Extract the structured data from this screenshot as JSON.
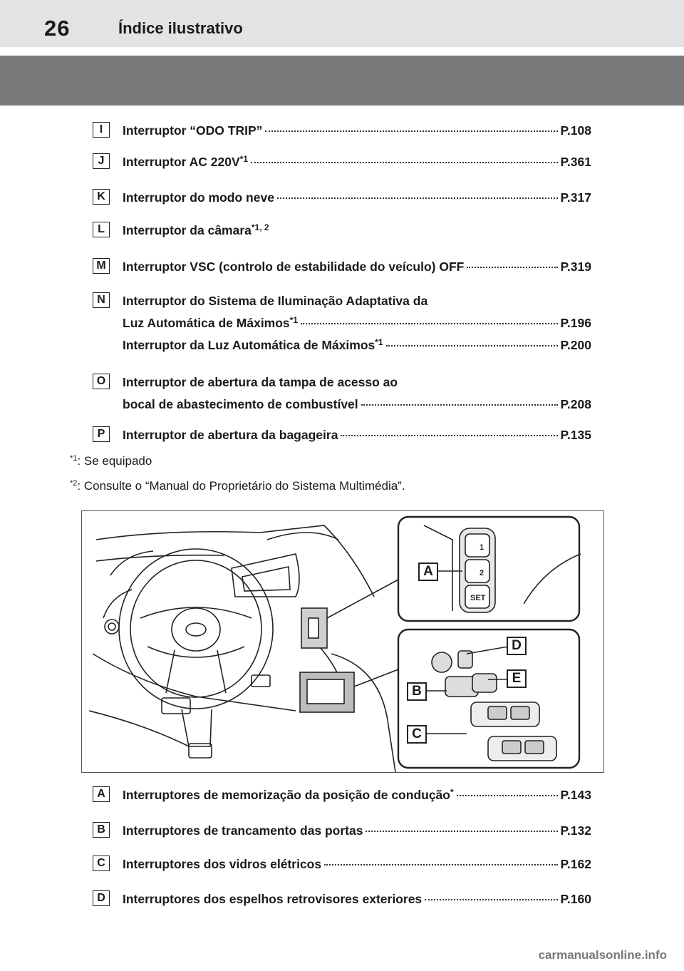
{
  "header": {
    "page_number": "26",
    "section_title": "Índice ilustrativo"
  },
  "entries_top": [
    {
      "tag": "I",
      "lines": [
        {
          "label": "Interruptor “ODO TRIP”",
          "sup": "",
          "ref": "P.108"
        }
      ]
    },
    {
      "tag": "J",
      "lines": [
        {
          "label": "Interruptor AC 220V",
          "sup": "*1",
          "ref": "P.361"
        }
      ]
    },
    {
      "tag": "K",
      "lines": [
        {
          "label": "Interruptor do modo neve",
          "sup": "",
          "ref": "P.317"
        }
      ]
    },
    {
      "tag": "L",
      "lines": [
        {
          "label": "Interruptor da câmara",
          "sup": "*1, 2",
          "ref": ""
        }
      ]
    },
    {
      "tag": "M",
      "lines": [
        {
          "label": "Interruptor VSC (controlo de estabilidade do veículo) OFF",
          "sup": "",
          "ref": "P.319"
        }
      ]
    },
    {
      "tag": "N",
      "lines": [
        {
          "label": "Interruptor do Sistema de Iluminação Adaptativa da",
          "sup": "",
          "ref": ""
        },
        {
          "label": "Luz Automática de Máximos",
          "sup": "*1",
          "ref": "P.196"
        },
        {
          "label": "Interruptor da Luz Automática de Máximos",
          "sup": "*1",
          "ref": "P.200"
        }
      ]
    },
    {
      "tag": "O",
      "lines": [
        {
          "label": "Interruptor de abertura da tampa de acesso ao",
          "sup": "",
          "ref": ""
        },
        {
          "label": "bocal de abastecimento de combustível",
          "sup": "",
          "ref": "P.208"
        }
      ]
    },
    {
      "tag": "P",
      "lines": [
        {
          "label": "Interruptor de abertura da bagageira",
          "sup": "",
          "ref": "P.135"
        }
      ]
    }
  ],
  "footnotes": [
    {
      "mark": "*1",
      "text": ": Se equipado"
    },
    {
      "mark": "*2",
      "text": ": Consulte o “Manual do Proprietário do Sistema Multimédia”."
    }
  ],
  "illustration": {
    "callouts": [
      "A",
      "D",
      "E",
      "B",
      "C"
    ],
    "switch_labels": {
      "memory_1": "1",
      "memory_2": "2",
      "set": "SET"
    }
  },
  "entries_bottom": [
    {
      "tag": "A",
      "lines": [
        {
          "label": "Interruptores de memorização da posição de condução",
          "sup": "*",
          "ref": "P.143"
        }
      ]
    },
    {
      "tag": "B",
      "lines": [
        {
          "label": "Interruptores de trancamento das portas",
          "sup": "",
          "ref": "P.132"
        }
      ]
    },
    {
      "tag": "C",
      "lines": [
        {
          "label": "Interruptores dos vidros elétricos",
          "sup": "",
          "ref": "P.162"
        }
      ]
    },
    {
      "tag": "D",
      "lines": [
        {
          "label": "Interruptores dos espelhos retrovisores exteriores",
          "sup": "",
          "ref": "P.160"
        }
      ]
    }
  ],
  "watermark": "carmanualsonline.info"
}
